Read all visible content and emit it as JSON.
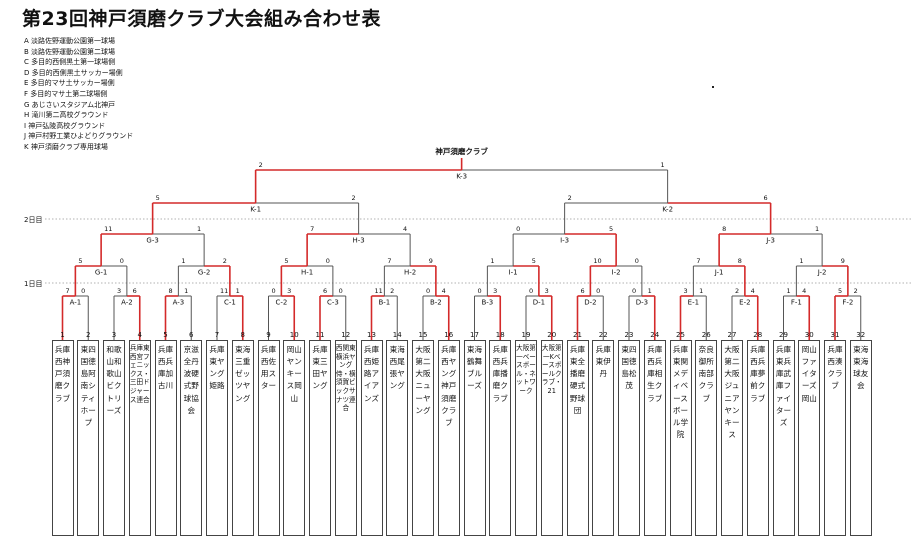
{
  "title": "第23回神戸須磨クラブ大会組み合わせ表",
  "venues": [
    "A 淡路佐野運動公園第一球場",
    "B 淡路佐野運動公園第二球場",
    "C 多目的西側黒土第一球場側",
    "D 多目的西側黒土サッカー場側",
    "E 多目的マサ土サッカー場側",
    "F 多目的マサ土第二球場側",
    "G あじさいスタジアム北神戸",
    "H 滝川第二高校グラウンド",
    "I 神戸弘陵高校グラウンド",
    "J 神戸村野工業ひよどりグラウンド",
    "K 神戸須磨クラブ専用球場"
  ],
  "day_labels": [
    "1日目",
    "2日目"
  ],
  "champion": "神戸須磨クラブ",
  "teams": [
    {
      "no": "1",
      "area": "兵庫西",
      "name": "神戸須磨クラブ"
    },
    {
      "no": "2",
      "area": "東四国",
      "name": "徳島阿南シティホープ"
    },
    {
      "no": "3",
      "area": "和歌山",
      "name": "和歌山ビクトリーズ"
    },
    {
      "no": "4",
      "area": "兵庫東",
      "name": "西宮フェニックス・三田ドジャース連合"
    },
    {
      "no": "5",
      "area": "兵庫西",
      "name": "兵庫加古川"
    },
    {
      "no": "6",
      "area": "京滋",
      "name": "全丹波硬式野球協会"
    },
    {
      "no": "7",
      "area": "兵庫東",
      "name": "ヤング姫路"
    },
    {
      "no": "8",
      "area": "東海",
      "name": "三重ゼッツヤング"
    },
    {
      "no": "9",
      "area": "兵庫西",
      "name": "佐用スター"
    },
    {
      "no": "10",
      "area": "岡山",
      "name": "ヤンキース岡山"
    },
    {
      "no": "11",
      "area": "兵庫東",
      "name": "三田ヤング"
    },
    {
      "no": "12",
      "area": "西関東",
      "name": "横浜ヤング侍・横須賀ビックサナツ連合"
    },
    {
      "no": "13",
      "area": "兵庫西",
      "name": "姫路アイアンズ"
    },
    {
      "no": "14",
      "area": "東海",
      "name": "西尾張ヤング"
    },
    {
      "no": "15",
      "area": "大阪第二",
      "name": "大阪ニューヤング"
    },
    {
      "no": "16",
      "area": "兵庫西",
      "name": "ヤング神戸須磨クラブ"
    },
    {
      "no": "17",
      "area": "東海",
      "name": "鶴舞ブルーズ"
    },
    {
      "no": "18",
      "area": "兵庫西",
      "name": "兵庫播磨クラブ"
    },
    {
      "no": "19",
      "area": "大阪第一",
      "name": "ベースボール・ネットワーク"
    },
    {
      "no": "20",
      "area": "大阪第一",
      "name": "Kベースボールクラブ・21"
    },
    {
      "no": "21",
      "area": "兵庫東",
      "name": "全播磨硬式野球団"
    },
    {
      "no": "22",
      "area": "兵庫東",
      "name": "伊丹"
    },
    {
      "no": "23",
      "area": "東四国",
      "name": "徳島松茂"
    },
    {
      "no": "24",
      "area": "兵庫西",
      "name": "兵庫相生クラブ"
    },
    {
      "no": "25",
      "area": "兵庫東",
      "name": "関メディベースボール学院"
    },
    {
      "no": "26",
      "area": "奈良",
      "name": "御所南部クラブ"
    },
    {
      "no": "27",
      "area": "大阪第二",
      "name": "大阪ジュニアヤンキース"
    },
    {
      "no": "28",
      "area": "兵庫西",
      "name": "兵庫夢前クラブ"
    },
    {
      "no": "29",
      "area": "兵庫東",
      "name": "兵庫武庫ファイターズ"
    },
    {
      "no": "30",
      "area": "岡山",
      "name": "ファイターズ岡山"
    },
    {
      "no": "31",
      "area": "兵庫西",
      "name": "湊クラブ"
    },
    {
      "no": "32",
      "area": "東海",
      "name": "東海球友会"
    }
  ],
  "r1": [
    {
      "label": "A-1",
      "s1": "7",
      "s2": "0",
      "w": 0
    },
    {
      "label": "A-2",
      "s1": "3",
      "s2": "6",
      "w": 1
    },
    {
      "label": "A-3",
      "s1": "8",
      "s2": "1",
      "w": 0
    },
    {
      "label": "C-1",
      "s1": "11",
      "s2": "1",
      "w": 1
    },
    {
      "label": "C-2",
      "s1": "0",
      "s2": "3",
      "w": 1
    },
    {
      "label": "C-3",
      "s1": "6",
      "s2": "0",
      "w": 0
    },
    {
      "label": "B-1",
      "s1": "11",
      "s2": "2",
      "w": 0
    },
    {
      "label": "B-2",
      "s1": "0",
      "s2": "4",
      "w": 1
    },
    {
      "label": "B-3",
      "s1": "0",
      "s2": "3",
      "w": 1
    },
    {
      "label": "D-1",
      "s1": "0",
      "s2": "3",
      "w": 1
    },
    {
      "label": "D-2",
      "s1": "6",
      "s2": "0",
      "w": 0
    },
    {
      "label": "D-3",
      "s1": "0",
      "s2": "1",
      "w": 1
    },
    {
      "label": "E-1",
      "s1": "3",
      "s2": "1",
      "w": 0
    },
    {
      "label": "E-2",
      "s1": "2",
      "s2": "4",
      "w": 1
    },
    {
      "label": "F-1",
      "s1": "1",
      "s2": "4",
      "w": 1
    },
    {
      "label": "F-2",
      "s1": "5",
      "s2": "2",
      "w": 0
    }
  ],
  "r2": [
    {
      "label": "G-1",
      "s1": "5",
      "s2": "0",
      "w": 0
    },
    {
      "label": "G-2",
      "s1": "1",
      "s2": "2",
      "w": 1
    },
    {
      "label": "H-1",
      "s1": "5",
      "s2": "0",
      "w": 0
    },
    {
      "label": "H-2",
      "s1": "7",
      "s2": "9",
      "w": 1
    },
    {
      "label": "I-1",
      "s1": "1",
      "s2": "5",
      "w": 1
    },
    {
      "label": "I-2",
      "s1": "10",
      "s2": "0",
      "w": 0
    },
    {
      "label": "J-1",
      "s1": "7",
      "s2": "8",
      "w": 1
    },
    {
      "label": "J-2",
      "s1": "1",
      "s2": "9",
      "w": 1
    }
  ],
  "r3": [
    {
      "label": "G-3",
      "s1": "11",
      "s2": "1",
      "w": 0
    },
    {
      "label": "H-3",
      "s1": "7",
      "s2": "4",
      "w": 0
    },
    {
      "label": "I-3",
      "s1": "0",
      "s2": "5",
      "w": 1
    },
    {
      "label": "J-3",
      "s1": "8",
      "s2": "1",
      "w": 0
    }
  ],
  "r4": [
    {
      "label": "K-1",
      "s1": "5",
      "s2": "2",
      "w": 0
    },
    {
      "label": "K-2",
      "s1": "2",
      "s2": "6",
      "w": 1
    }
  ],
  "r5": [
    {
      "label": "K-3",
      "s1": "2",
      "s2": "1",
      "w": 0
    }
  ],
  "colors": {
    "win": "#d42a2a",
    "line": "#555555",
    "dotted": "#999999"
  }
}
